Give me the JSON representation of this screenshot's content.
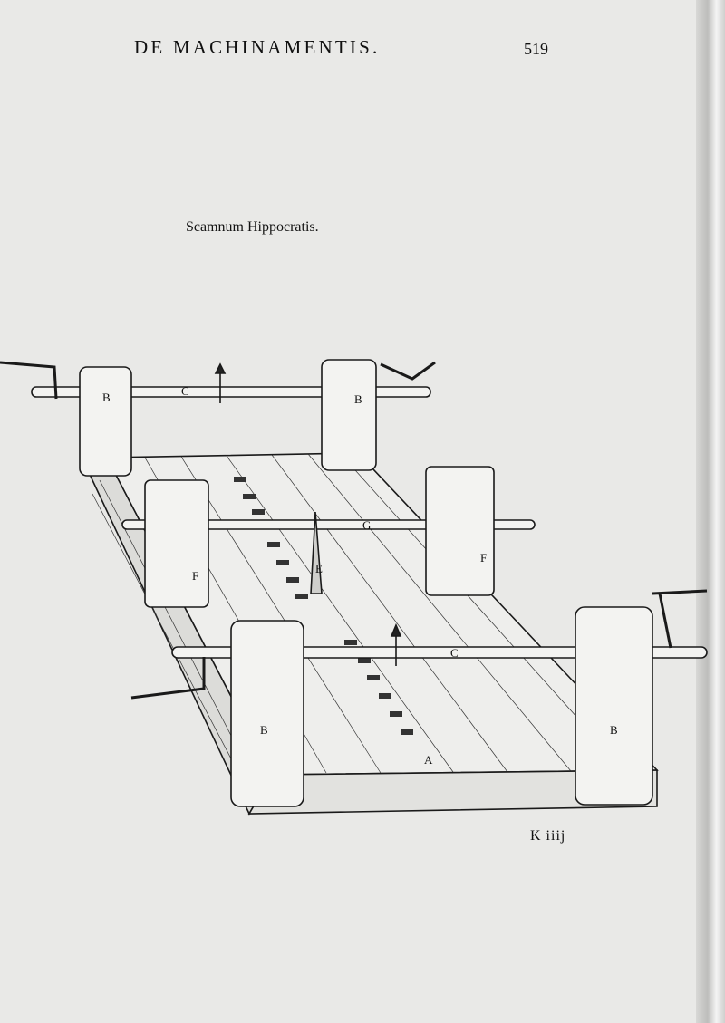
{
  "page": {
    "running_head": "DE MACHINAMENTIS.",
    "folio": "519",
    "caption": "Scamnum Hippocratis.",
    "signature": "K iiij"
  },
  "figure": {
    "labels": {
      "back_left_upright": "B",
      "back_right_upright": "B",
      "back_axle": "C",
      "middle_axle": "G",
      "left_middle_post": "F",
      "right_middle_post": "F",
      "peg": "E",
      "front_axle": "C",
      "front_left_upright": "B",
      "front_right_upright": "B",
      "bench_board": "A"
    }
  }
}
